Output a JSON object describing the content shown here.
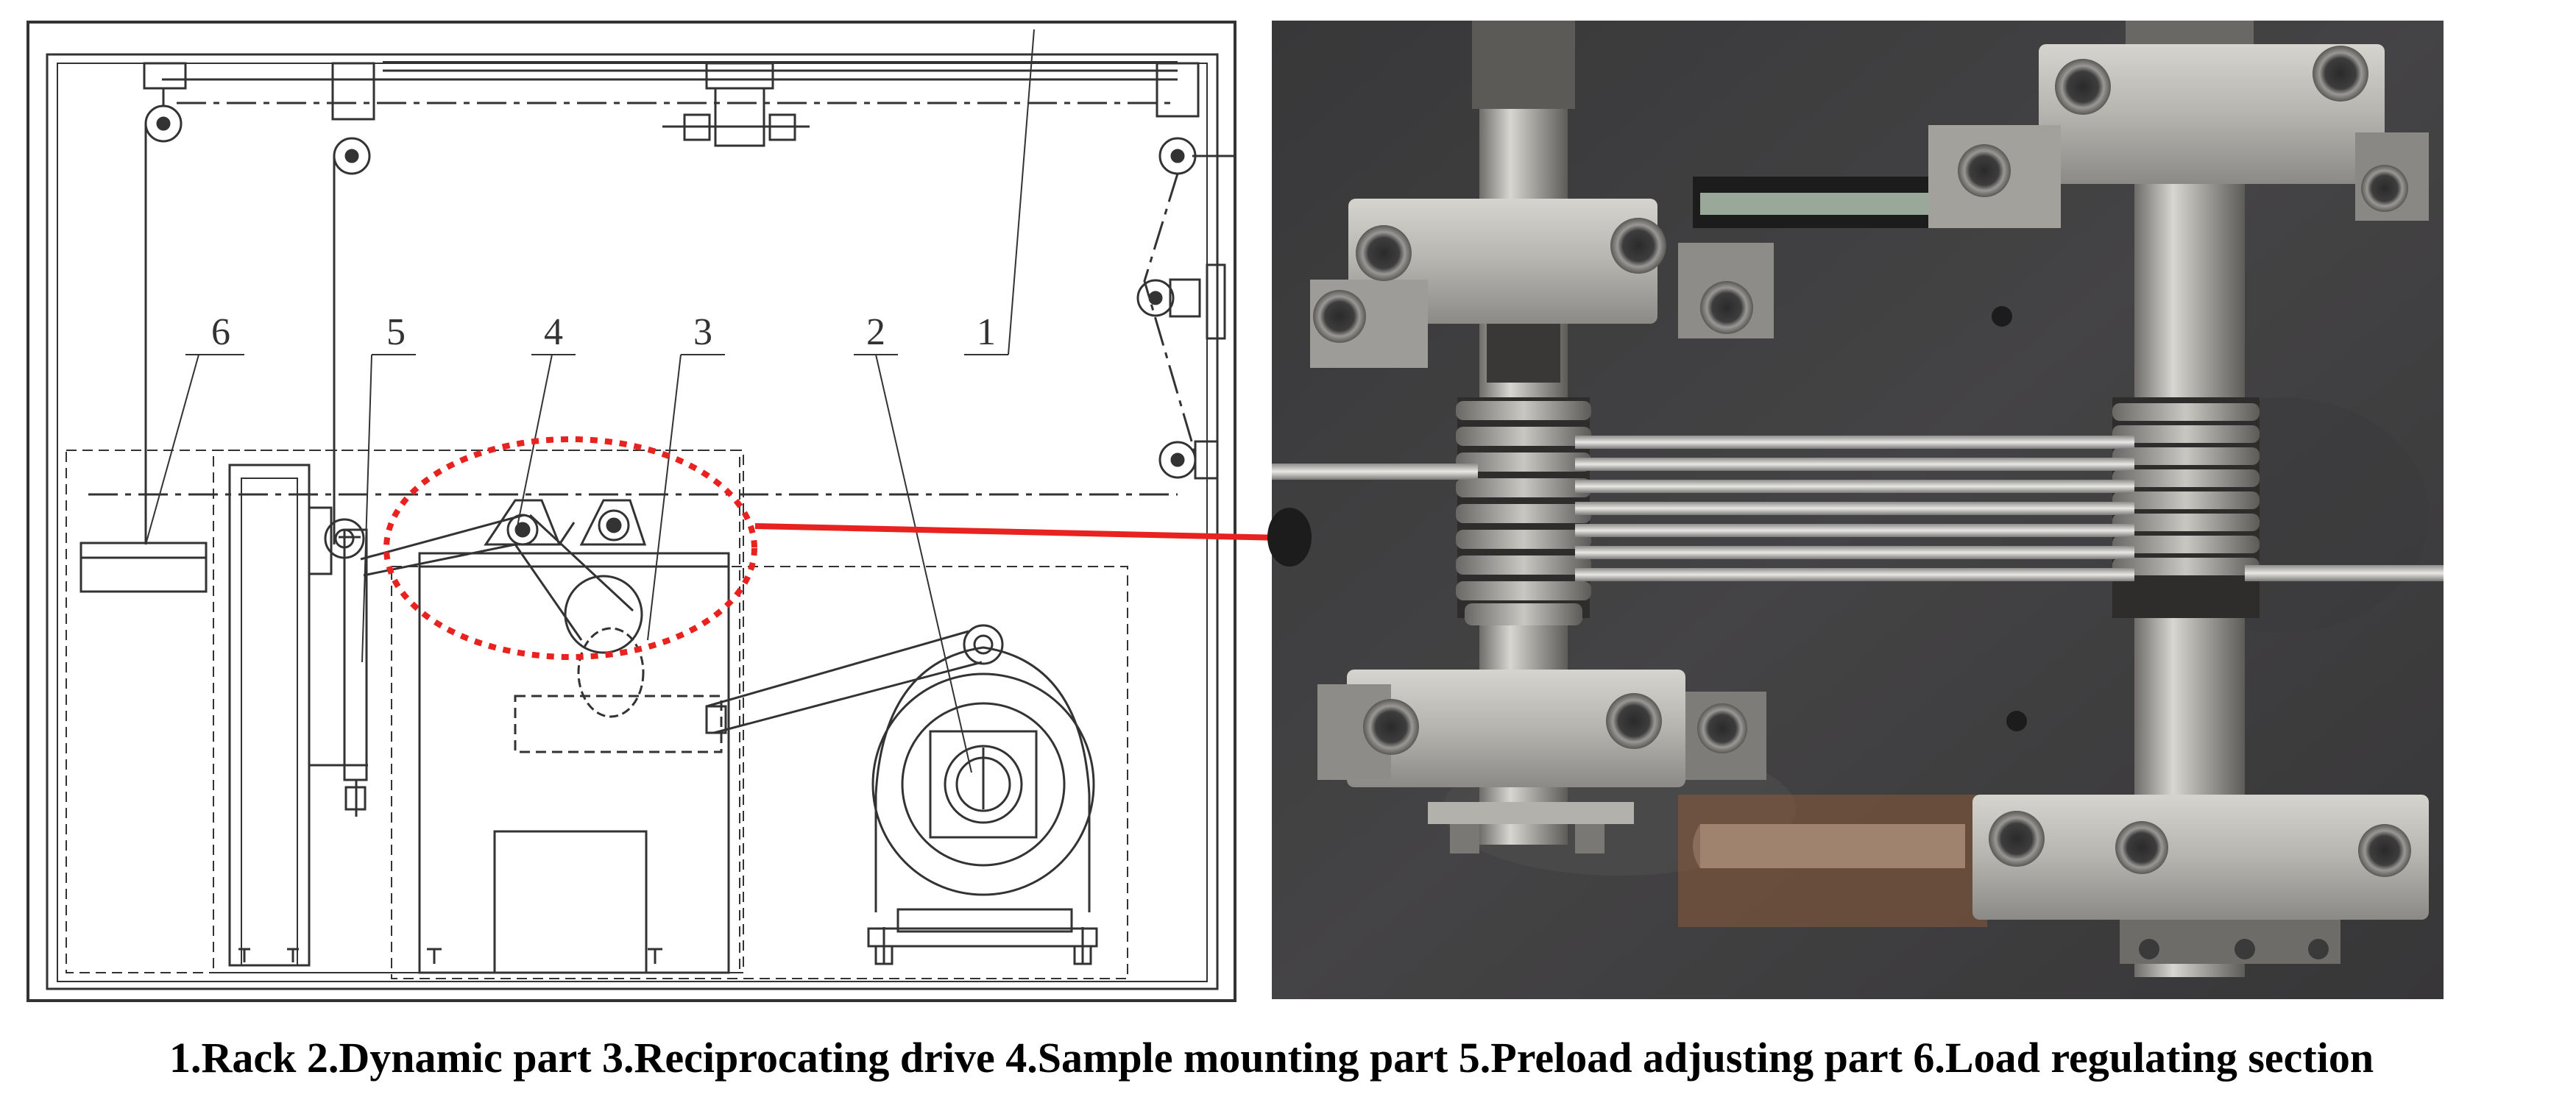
{
  "figure": {
    "callouts": [
      "6",
      "5",
      "4",
      "3",
      "2",
      "1"
    ],
    "caption": {
      "part1": "1.Rack",
      "part2": "2.Dynamic part",
      "part3": "3.Reciprocating drive",
      "part4": "4.Sample mounting part",
      "part5": "5.Preload adjusting part",
      "part6": "6.Load regulating section"
    },
    "colors": {
      "line": "#333333",
      "highlight": "#e8231f",
      "plate": "#4a4a4c",
      "steel": "#b9b8b4",
      "rust": "#8a5a3a"
    }
  }
}
